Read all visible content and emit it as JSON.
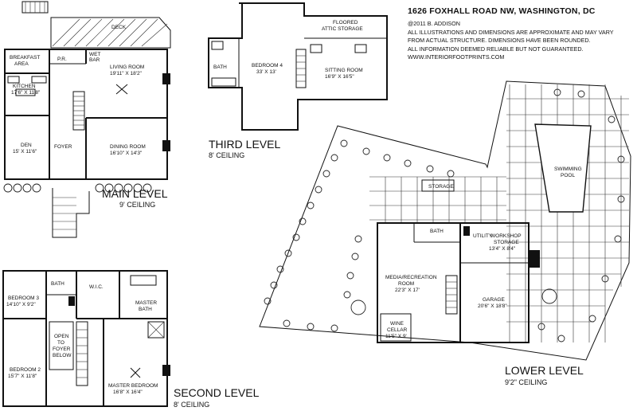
{
  "header": {
    "address": "1626 FOXHALL ROAD NW, WASHINGTON, DC",
    "copyright": "@2011 B. ADDISON",
    "disclaimer_1": "ALL ILLUSTRATIONS AND DIMENSIONS ARE APPROXIMATE AND MAY VARY",
    "disclaimer_2": "FROM ACTUAL STRUCTURE. DIMENSIONS HAVE BEEN ROUNDED.",
    "disclaimer_3": "ALL INFORMATION DEEMED RELIABLE BUT NOT GUARANTEED.",
    "website": "WWW.INTERIORFOOTPRINTS.COM"
  },
  "main_level": {
    "title": "MAIN LEVEL",
    "ceiling": "9' CEILING",
    "rooms": {
      "deck": "DECK",
      "breakfast_1": "BREAKFAST",
      "breakfast_2": "AREA",
      "pr": "P.R.",
      "wet_bar_1": "WET",
      "wet_bar_2": "BAR",
      "living_1": "LIVING ROOM",
      "living_2": "19'11\" X 18'2\"",
      "kitchen_1": "KITCHEN",
      "kitchen_2": "17'6\" X 11'8\"",
      "den_1": "DEN",
      "den_2": "15' X 11'6\"",
      "foyer": "FOYER",
      "dining_1": "DINING ROOM",
      "dining_2": "16'10\" X 14'3\""
    }
  },
  "third_level": {
    "title": "THIRD LEVEL",
    "ceiling": "8' CEILING",
    "rooms": {
      "attic_1": "FLOORED",
      "attic_2": "ATTIC STORAGE",
      "bath": "BATH",
      "bedroom4_1": "BEDROOM 4",
      "bedroom4_2": "33' X 13'",
      "sitting_1": "SITTING ROOM",
      "sitting_2": "16'9\" X 16'5\""
    }
  },
  "second_level": {
    "title": "SECOND LEVEL",
    "ceiling": "8' CEILING",
    "rooms": {
      "bath": "BATH",
      "wic": "W.I.C.",
      "bedroom3_1": "BEDROOM 3",
      "bedroom3_2": "14'10\" X 9'2\"",
      "master_bath_1": "MASTER",
      "master_bath_2": "BATH",
      "open_1": "OPEN",
      "open_2": "TO",
      "open_3": "FOYER",
      "open_4": "BELOW",
      "bedroom2_1": "BEDROOM 2",
      "bedroom2_2": "15'7\" X 11'8\"",
      "master_bed_1": "MASTER BEDROOM",
      "master_bed_2": "16'8\" X 16'4\""
    }
  },
  "lower_level": {
    "title": "LOWER LEVEL",
    "ceiling": "9'2\" CEILING",
    "rooms": {
      "storage": "STORAGE",
      "pool_1": "SWIMMING",
      "pool_2": "POOL",
      "bath": "BATH",
      "utility": "UTILITY",
      "workshop_1": "WORKSHOP",
      "workshop_2": "STORAGE",
      "workshop_3": "13'4\" X 8'4\"",
      "media_1": "MEDIA/RECREATION",
      "media_2": "ROOM",
      "media_3": "22'3\" X 17'",
      "garage_1": "GARAGE",
      "garage_2": "20'6\" X 18'8\"",
      "wine_1": "WINE",
      "wine_2": "CELLAR",
      "wine_3": "11'5\" X 9'"
    }
  },
  "colors": {
    "ink": "#111111",
    "paper": "#ffffff"
  }
}
